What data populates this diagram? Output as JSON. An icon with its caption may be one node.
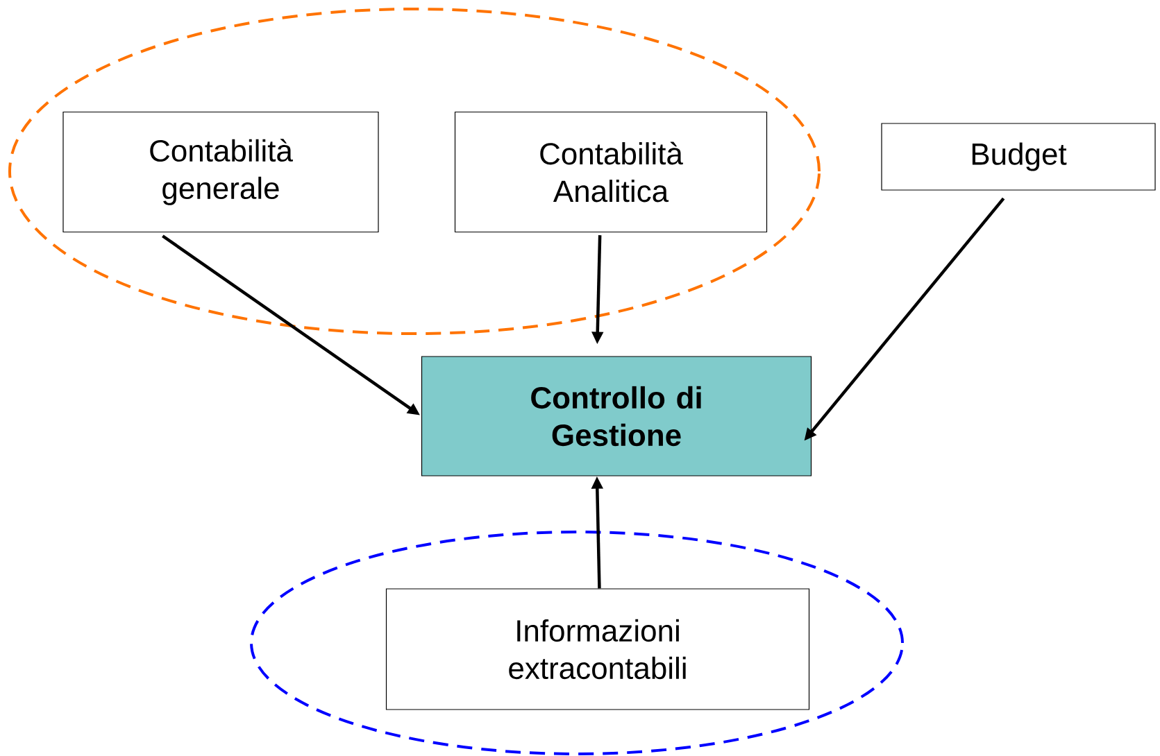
{
  "diagram": {
    "nodes": [
      {
        "text": [],
        "shape": "ellipse"
      },
      {
        "text": [
          "Contabilità generale"
        ],
        "in": 0
      },
      {
        "text": [
          "Contabilità Analitica"
        ],
        "in": 0
      },
      {
        "text": [
          "Budget"
        ]
      },
      {
        "text": [
          "Controllo di Gestione"
        ]
      },
      {
        "text": [],
        "shape": "ellipse"
      },
      {
        "text": [
          "Informazioni extracontabili"
        ],
        "in": 5
      }
    ],
    "edges": [
      {
        "from": 1,
        "to": 4,
        "arrow": "to"
      },
      {
        "from": 2,
        "to": 4,
        "arrow": "to"
      },
      {
        "from": 3,
        "to": 4,
        "arrow": "to"
      },
      {
        "from": 6,
        "to": 4,
        "arrow": "to"
      }
    ]
  }
}
